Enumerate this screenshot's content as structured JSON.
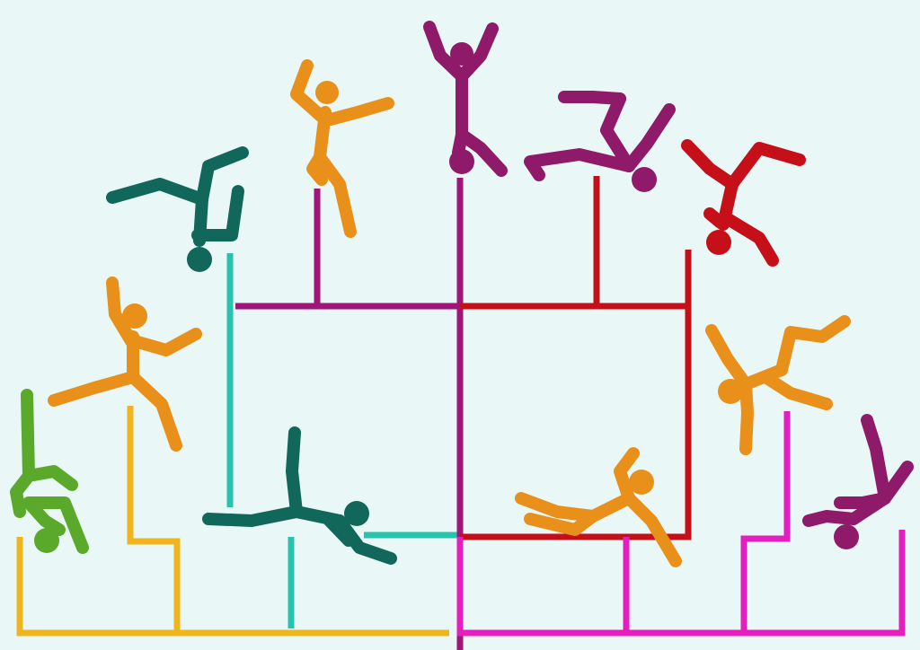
{
  "palette": {
    "background": "#e9f8f7",
    "orange": "#e8901a",
    "teal_dark": "#11685a",
    "teal_light": "#29c2ac",
    "magenta_dark": "#8e1a69",
    "magenta_bright": "#e51fbf",
    "crimson": "#c5101a",
    "yellow": "#f0b41c",
    "green": "#5aa92a"
  },
  "figures": [
    {
      "name": "figure-orange-waving-top",
      "color": "orange",
      "pose": "waving"
    },
    {
      "name": "figure-dark-teal-upside-down-left",
      "color": "teal_dark",
      "pose": "inverted"
    },
    {
      "name": "figure-magenta-arms-up-center",
      "color": "magenta_dark",
      "pose": "inverted-arms-up"
    },
    {
      "name": "figure-magenta-lying-right",
      "color": "magenta_dark",
      "pose": "tumbling"
    },
    {
      "name": "figure-crimson-inverted-right",
      "color": "crimson",
      "pose": "inverted"
    },
    {
      "name": "figure-orange-leaping-left",
      "color": "orange",
      "pose": "leaping"
    },
    {
      "name": "figure-green-handstand",
      "color": "green",
      "pose": "handstand"
    },
    {
      "name": "figure-dark-teal-sliding",
      "color": "teal_dark",
      "pose": "sliding"
    },
    {
      "name": "figure-orange-reclining",
      "color": "orange",
      "pose": "reclining"
    },
    {
      "name": "figure-orange-tumbling-right",
      "color": "orange",
      "pose": "tumbling"
    },
    {
      "name": "figure-magenta-falling-bottom-right",
      "color": "magenta_dark",
      "pose": "falling"
    }
  ]
}
